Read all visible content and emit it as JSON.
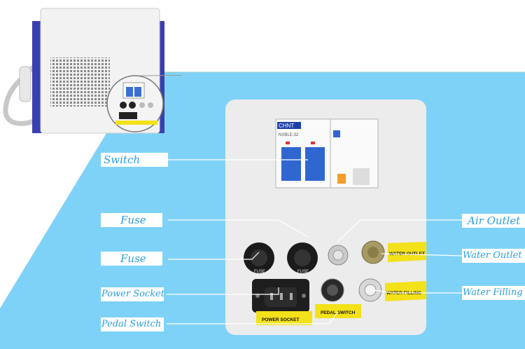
{
  "labels": {
    "switch": "Switch",
    "fuse_1": "Fuse",
    "fuse_2": "Fuse",
    "power_socket": "Power Socket",
    "pedal_switch": "Pedal Switch",
    "air_outlet": "Air Outlet",
    "water_outlet": "Water Outlet",
    "water_filling": "Water Filling"
  },
  "panel_text": {
    "breaker_brand": "CHNT",
    "breaker_model": "NXBLE-32",
    "fuse_marking": "FUSE",
    "water_outlet_sticker": "WATER OUTLET",
    "water_filling_sticker": "WATER FILLING",
    "power_socket_sticker": "POWER SOCKET",
    "pedal_switch_sticker": "PEDAL SWITCH"
  },
  "colors": {
    "background_panel": "#7fd2f7",
    "label_text": "#2a9fe0",
    "sticker_yellow": "#f3e11a",
    "device_trim": "#3a3fb0"
  }
}
